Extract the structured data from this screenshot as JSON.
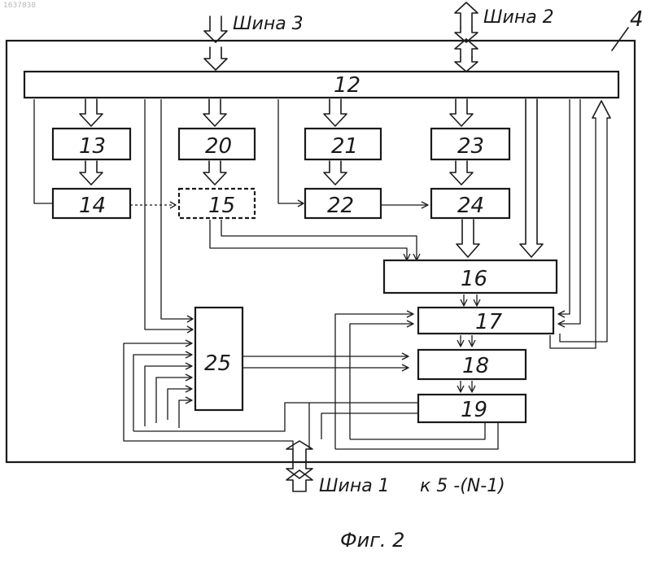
{
  "doc_id": "1637838",
  "frame_label": "4",
  "buses": {
    "bus3": "Шина 3",
    "bus2": "Шина 2",
    "bus1": "Шина 1",
    "bus1_note": "к 5 -(N-1)"
  },
  "blocks": {
    "b12": "12",
    "b13": "13",
    "b14": "14",
    "b15": "15",
    "b16": "16",
    "b17": "17",
    "b18": "18",
    "b19": "19",
    "b20": "20",
    "b21": "21",
    "b22": "22",
    "b23": "23",
    "b24": "24",
    "b25": "25"
  },
  "caption": "Фиг. 2"
}
